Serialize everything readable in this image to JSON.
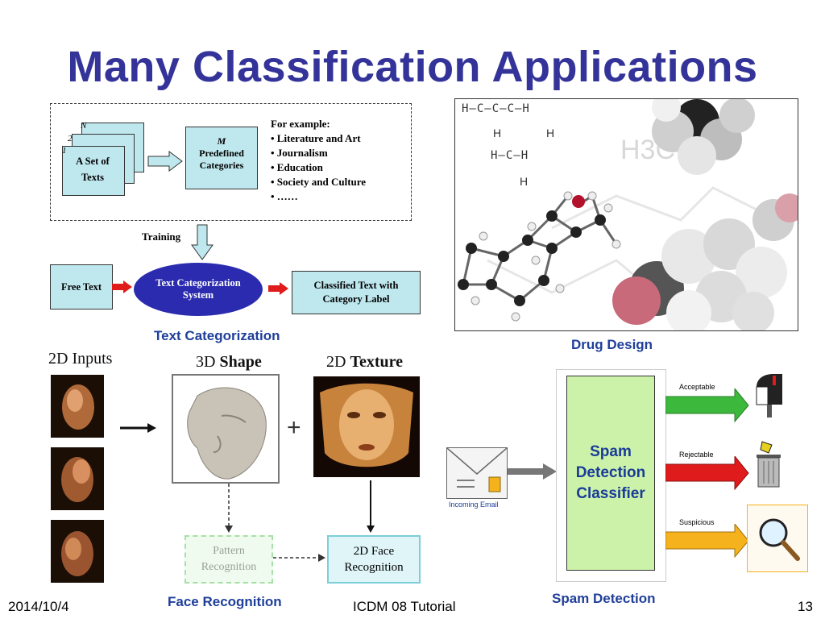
{
  "slide": {
    "title": "Many Classification Applications",
    "footer_date": "2014/10/4",
    "footer_center": "ICDM 08 Tutorial",
    "page_number": "13"
  },
  "text_categorization": {
    "caption": "Text Categorization",
    "docs_label_n": "N",
    "docs_label_2": "2",
    "docs_label_1": "1",
    "docs_text_line1": "A Set of",
    "docs_text_line2": "Texts",
    "categories_m": "M",
    "categories_line1": "Predefined",
    "categories_line2": "Categories",
    "example_header": "For example:",
    "examples": [
      "• Literature and Art",
      "• Journalism",
      "• Education",
      "• Society and Culture",
      "• ……"
    ],
    "training_label": "Training",
    "free_text": "Free Text",
    "system_line1": "Text Categorization",
    "system_line2": "System",
    "classified_line1": "Classified Text with",
    "classified_line2": "Category Label"
  },
  "drug_design": {
    "caption": "Drug Design",
    "formula_row1": "H—C—C—C—H",
    "formula_h": "H",
    "formula_row3": "H—C—H",
    "h3c": "H3C"
  },
  "face_recognition": {
    "caption": "Face Recognition",
    "inputs_label": "2D Inputs",
    "shape_label_prefix": "3D ",
    "shape_label_bold": "Shape",
    "texture_label_prefix": "2D ",
    "texture_label_bold": "Texture",
    "plus": "+",
    "pattern_line1": "Pattern",
    "pattern_line2": "Recognition",
    "face_line1": "2D Face",
    "face_line2": "Recognition"
  },
  "spam_detection": {
    "caption": "Spam Detection",
    "classifier_line1": "Spam",
    "classifier_line2": "Detection",
    "classifier_line3": "Classifier",
    "incoming_label": "Incoming Email",
    "outputs": [
      "Acceptable",
      "Rejectable",
      "Suspicious"
    ],
    "colors": {
      "acceptable": "#3cb83c",
      "rejectable": "#e01b1b",
      "suspicious": "#f5b21c"
    }
  }
}
